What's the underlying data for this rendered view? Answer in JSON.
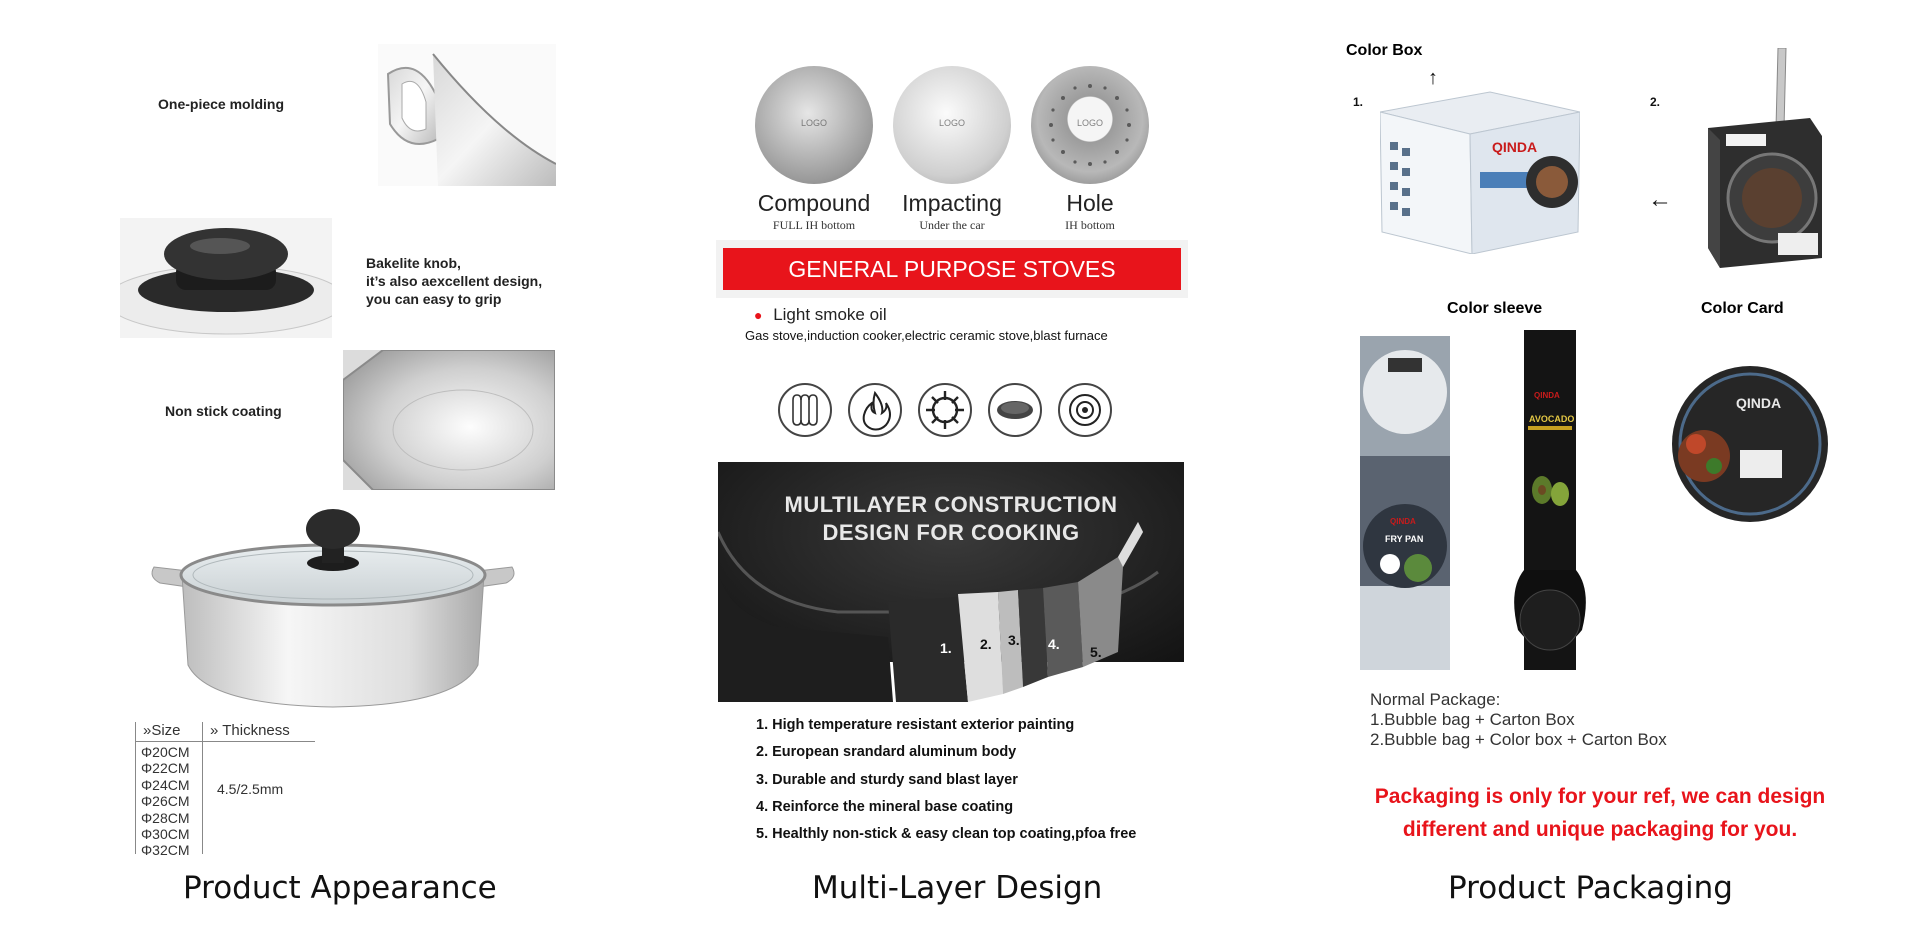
{
  "panel1": {
    "caption": "Product Appearance",
    "features": {
      "molding": "One-piece molding",
      "knob_line1": "Bakelite knob,",
      "knob_line2": " it’s also aexcellent design,",
      "knob_line3": "you can easy to grip",
      "coating": "Non stick coating"
    },
    "size_table": {
      "size_header": "»Size",
      "thickness_header": "» Thickness",
      "sizes": [
        "Φ20CM",
        "Φ22CM",
        "Φ24CM",
        "Φ26CM",
        "Φ28CM",
        "Φ30CM",
        "Φ32CM"
      ],
      "thickness_value": "4.5/2.5mm"
    }
  },
  "panel2": {
    "caption": "Multi-Layer Design",
    "bottoms": [
      {
        "name": "Compound",
        "sub": "FULL IH bottom",
        "logo": "LOGO"
      },
      {
        "name": "Impacting",
        "sub": "Under the car",
        "logo": "LOGO"
      },
      {
        "name": "Hole",
        "sub": "IH bottom",
        "logo": "LOGO"
      }
    ],
    "banner": "GENERAL PURPOSE STOVES",
    "bullet": "Light smoke oil",
    "stove_types": "Gas stove,induction cooker,electric ceramic stove,blast furnace",
    "stove_icons": [
      "induction-coil-icon",
      "flame-icon",
      "gas-burner-icon",
      "ceramic-plate-icon",
      "hob-icon"
    ],
    "ml_title_line1": "MULTILAYER CONSTRUCTION",
    "ml_title_line2": "DESIGN FOR COOKING",
    "layer_numbers": [
      "1.",
      "2.",
      "3.",
      "4.",
      "5."
    ],
    "features": [
      "1. High temperature resistant exterior painting",
      "2. European srandard aluminum body",
      "3. Durable and sturdy sand blast layer",
      "4. Reinforce the mineral base coating",
      "5. Healthly non-stick & easy clean top coating,pfoa free"
    ]
  },
  "panel3": {
    "caption": "Product Packaging",
    "color_box": "Color Box",
    "num1": "1.",
    "num2": "2.",
    "color_sleeve": "Color sleeve",
    "color_card": "Color Card",
    "brand": "QINDA",
    "normal_title": "Normal Package:",
    "normal_1": "1.Bubble bag + Carton Box",
    "normal_2": "2.Bubble bag + Color box + Carton Box",
    "note_line1": "Packaging is only for your ref, we can design",
    "note_line2": "different and unique packaging for you.",
    "sleeve1_text": "FRY PAN",
    "sleeve2_text": "AVOCADO",
    "colors": {
      "red": "#e8141b",
      "dark": "#1a1a1a"
    }
  }
}
